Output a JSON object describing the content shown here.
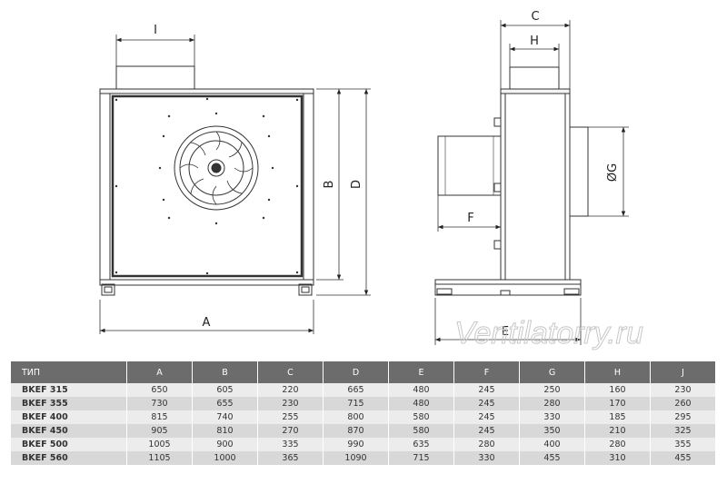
{
  "drawing": {
    "labels": {
      "A": "A",
      "B": "B",
      "C": "C",
      "D": "D",
      "E": "E",
      "F": "F",
      "G": "ØG",
      "H": "H",
      "I": "I"
    },
    "watermark": "Ventilatorry.ru"
  },
  "table": {
    "headers": [
      "ТИП",
      "A",
      "B",
      "C",
      "D",
      "E",
      "F",
      "G",
      "H",
      "J"
    ],
    "rows": [
      [
        "BKEF 315",
        "650",
        "605",
        "220",
        "665",
        "480",
        "245",
        "250",
        "160",
        "230"
      ],
      [
        "BKEF 355",
        "730",
        "655",
        "230",
        "715",
        "480",
        "245",
        "280",
        "170",
        "260"
      ],
      [
        "BKEF 400",
        "815",
        "740",
        "255",
        "800",
        "580",
        "245",
        "330",
        "185",
        "295"
      ],
      [
        "BKEF 450",
        "905",
        "810",
        "270",
        "870",
        "580",
        "245",
        "350",
        "210",
        "325"
      ],
      [
        "BKEF 500",
        "1005",
        "900",
        "335",
        "990",
        "635",
        "280",
        "400",
        "280",
        "355"
      ],
      [
        "BKEF 560",
        "1105",
        "1000",
        "365",
        "1090",
        "715",
        "330",
        "455",
        "310",
        "455"
      ]
    ]
  },
  "colors": {
    "header_bg": "#6c6c6c",
    "row_light": "#ececec",
    "row_dark": "#d8d8d8",
    "line": "#333333"
  }
}
